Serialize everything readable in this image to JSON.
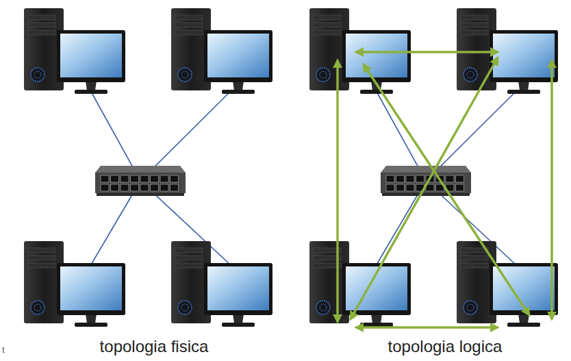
{
  "diagram": {
    "labels": [
      "topologia fisica",
      "topologia logica",
      "t"
    ]
  }
}
